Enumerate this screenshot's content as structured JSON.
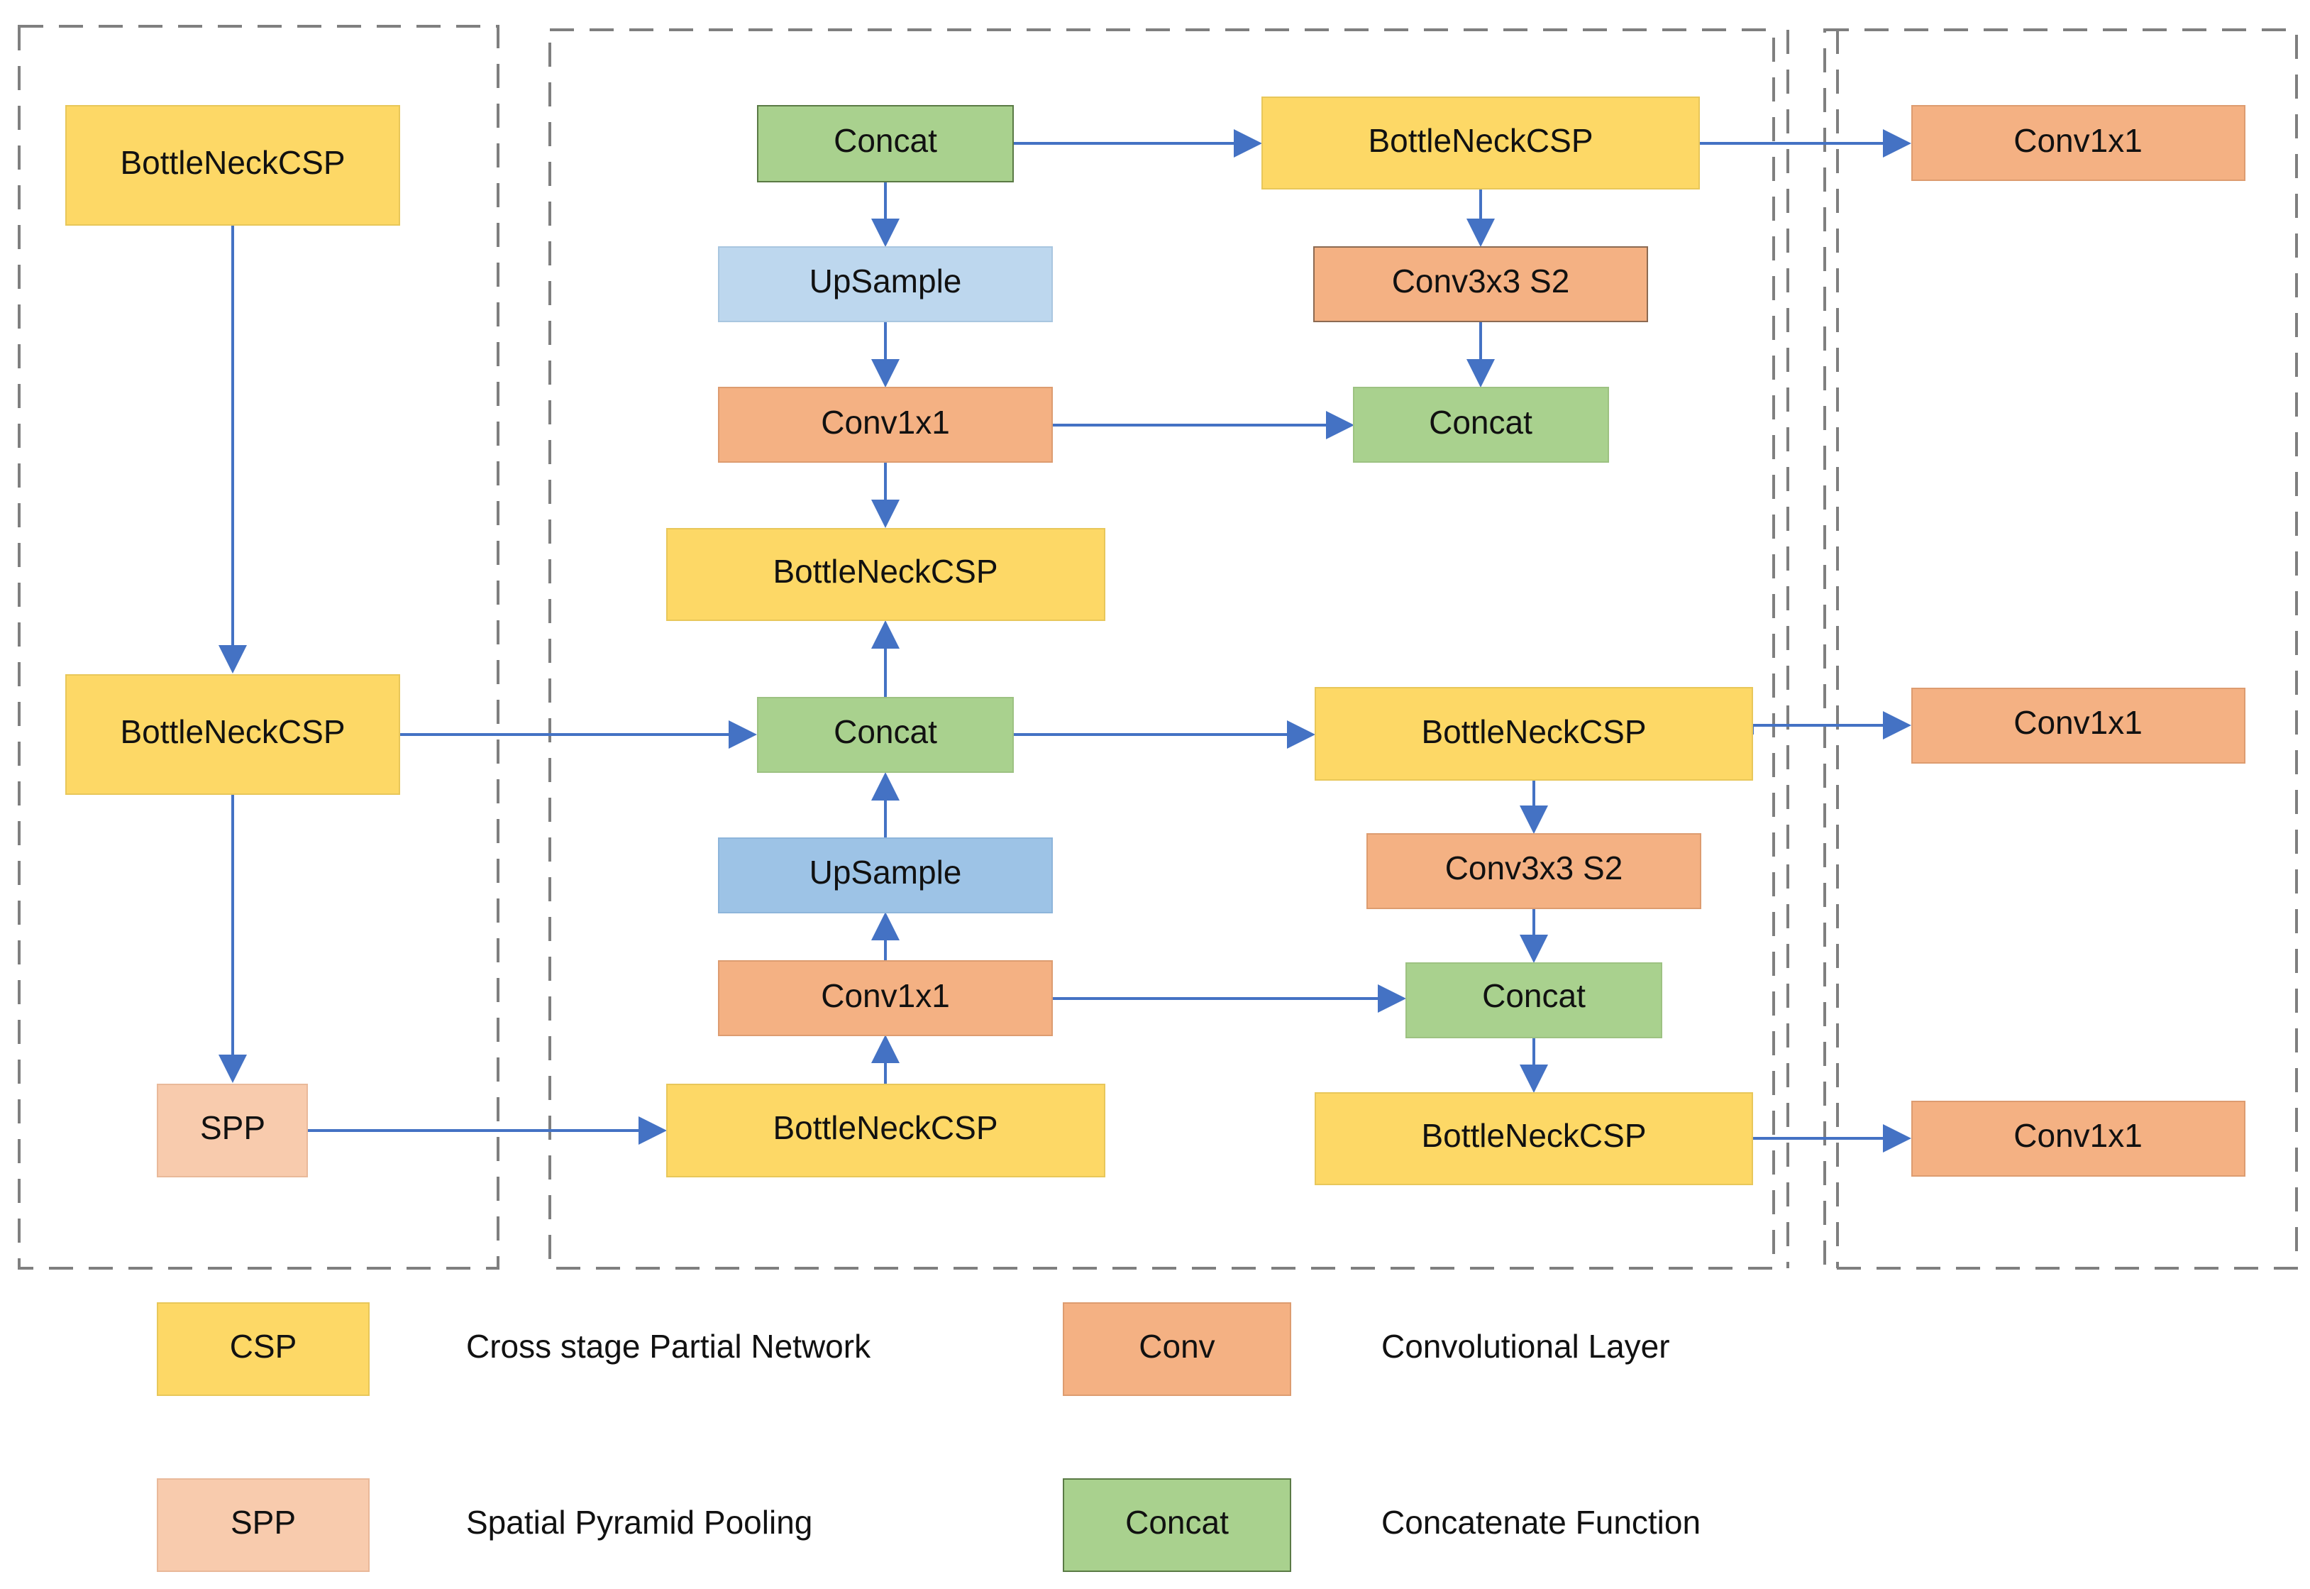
{
  "colors": {
    "csp": "#fdd866",
    "conv": "#f4b183",
    "concat": "#a9d18e",
    "spp": "#f8cbad",
    "upsample_light": "#bdd7ee",
    "upsample": "#9dc3e6",
    "arrow": "#4472c4",
    "dash": "#7f7f7f"
  },
  "nodes": {
    "backbone_csp_top": "BottleNeckCSP",
    "backbone_csp_mid": "BottleNeckCSP",
    "backbone_spp": "SPP",
    "neck_concat_top": "Concat",
    "neck_upsample_top": "UpSample",
    "neck_conv_top": "Conv1x1",
    "neck_csp_upper": "BottleNeckCSP",
    "neck_concat_mid": "Concat",
    "neck_upsample_bottom": "UpSample",
    "neck_conv_bottom": "Conv1x1",
    "neck_csp_bottom": "BottleNeckCSP",
    "pan_csp_top": "BottleNeckCSP",
    "pan_conv_top": "Conv3x3 S2",
    "pan_concat_top": "Concat",
    "pan_csp_mid": "BottleNeckCSP",
    "pan_conv_mid": "Conv3x3 S2",
    "pan_concat_bottom": "Concat",
    "pan_csp_bottom": "BottleNeckCSP",
    "head_conv_top": "Conv1x1",
    "head_conv_mid": "Conv1x1",
    "head_conv_bottom": "Conv1x1"
  },
  "legend": {
    "csp_key": "CSP",
    "csp_desc": "Cross stage Partial Network",
    "conv_key": "Conv",
    "conv_desc": "Convolutional Layer",
    "spp_key": "SPP",
    "spp_desc": "Spatial Pyramid Pooling",
    "concat_key": "Concat",
    "concat_desc": "Concatenate Function"
  }
}
